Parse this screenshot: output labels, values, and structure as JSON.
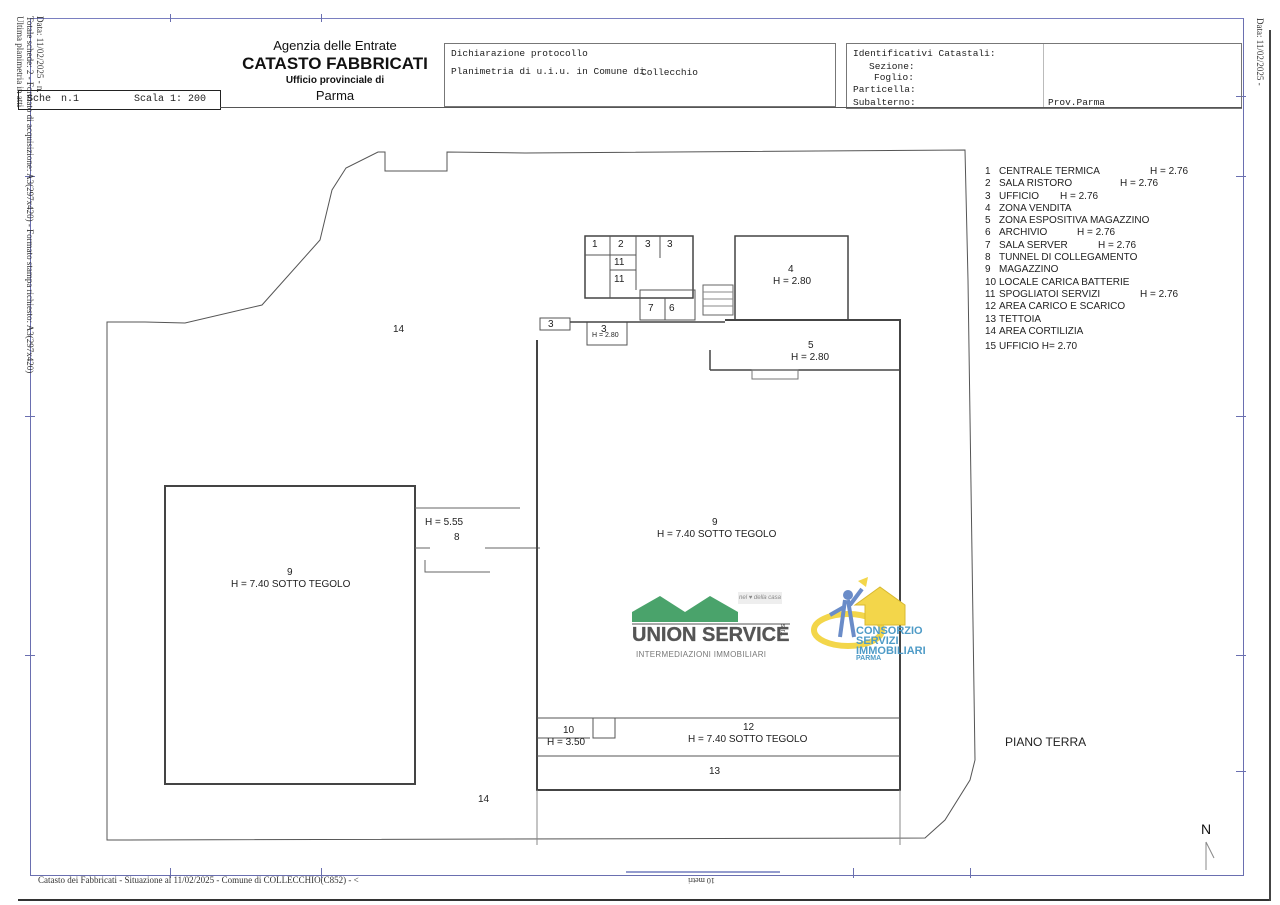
{
  "header": {
    "agency_name": "Agenzia delle Entrate",
    "title": "CATASTO FABBRICATI",
    "office_label": "Ufficio provinciale di",
    "office_city": "Parma",
    "sheet_label": "Sche",
    "sheet_number": "n.1",
    "scale": "Scala 1: 200"
  },
  "protocol": {
    "label": "Dichiarazione protocollo",
    "plan_label": "Planimetria di u.i.u. in Comune di",
    "city": "Collecchio"
  },
  "identifiers": {
    "title": "Identificativi Catastali:",
    "sezione": "Sezione:",
    "foglio": "Foglio:",
    "particella": "Particella:",
    "subalterno": "Subalterno:",
    "province": "Prov.Parma"
  },
  "side_texts": {
    "left_1": "Data: 11/02/2025 - n.",
    "left_2": "Totale schede: 2 - Formato di acquisizione: A3(297x420) - Formato stampa richiesto: A3(297x420)",
    "left_3": "Ultima planimetria in atti",
    "right_1": "Data: 11/02/2025 -"
  },
  "plan": {
    "rooms": [
      {
        "id": "1",
        "label": "1"
      },
      {
        "id": "2",
        "label": "2"
      },
      {
        "id": "3a",
        "label": "3"
      },
      {
        "id": "3b",
        "label": "3"
      },
      {
        "id": "11a",
        "label": "11"
      },
      {
        "id": "11b",
        "label": "11"
      },
      {
        "id": "7",
        "label": "7"
      },
      {
        "id": "6",
        "label": "6"
      },
      {
        "id": "3c",
        "label": "3"
      },
      {
        "id": "3d",
        "label": "3",
        "height": "H = 2.80"
      },
      {
        "id": "4",
        "label": "4",
        "height": "H = 2.80"
      },
      {
        "id": "5",
        "label": "5",
        "height": "H = 2.80"
      },
      {
        "id": "14a",
        "label": "14"
      },
      {
        "id": "14b",
        "label": "14"
      },
      {
        "id": "8",
        "label": "8",
        "height": "H = 5.55"
      },
      {
        "id": "9a",
        "label": "9",
        "height": "H = 7.40 SOTTO TEGOLO"
      },
      {
        "id": "9b",
        "label": "9",
        "height": "H = 7.40 SOTTO TEGOLO"
      },
      {
        "id": "10",
        "label": "10",
        "height": "H = 3.50"
      },
      {
        "id": "12",
        "label": "12",
        "height": "H = 7.40 SOTTO TEGOLO"
      },
      {
        "id": "13",
        "label": "13"
      }
    ],
    "floor_label": "PIANO TERRA",
    "north_label": "N"
  },
  "legend": [
    {
      "num": "1",
      "name": "CENTRALE TERMICA",
      "height": "H = 2.76"
    },
    {
      "num": "2",
      "name": "SALA RISTORO",
      "height": "H = 2.76"
    },
    {
      "num": "3",
      "name": "UFFICIO",
      "height": "H = 2.76"
    },
    {
      "num": "4",
      "name": "ZONA VENDITA",
      "height": ""
    },
    {
      "num": "5",
      "name": "ZONA ESPOSITIVA MAGAZZINO",
      "height": ""
    },
    {
      "num": "6",
      "name": "ARCHIVIO",
      "height": "H = 2.76"
    },
    {
      "num": "7",
      "name": "SALA SERVER",
      "height": "H = 2.76"
    },
    {
      "num": "8",
      "name": "TUNNEL DI COLLEGAMENTO",
      "height": ""
    },
    {
      "num": "9",
      "name": "MAGAZZINO",
      "height": ""
    },
    {
      "num": "10",
      "name": "LOCALE CARICA BATTERIE",
      "height": ""
    },
    {
      "num": "11",
      "name": "SPOGLIATOI SERVIZI",
      "height": "H = 2.76"
    },
    {
      "num": "12",
      "name": "AREA CARICO E SCARICO",
      "height": ""
    },
    {
      "num": "13",
      "name": "TETTOIA",
      "height": ""
    },
    {
      "num": "14",
      "name": "AREA CORTILIZIA",
      "height": ""
    },
    {
      "num": "15",
      "name": "UFFICIO H= 2.70",
      "height": ""
    }
  ],
  "logos": {
    "union_name": "UNION SERVICE",
    "union_srl": "s.r.l.",
    "union_sub": "INTERMEDIAZIONI IMMOBILIARI",
    "union_tag": "nel ♥ della casa",
    "consorzio_lines": [
      "CONSORZIO",
      "SERVIZI",
      "IMMOBILIARI"
    ],
    "consorzio_city": "PARMA",
    "colors": {
      "union_green": "#4aa36b",
      "union_gray": "#555555",
      "consorzio_blue": "#4e9bc7",
      "consorzio_yellow": "#f3d64a"
    }
  },
  "footer": {
    "text": "Catasto dei Fabbricati - Situazione al 11/02/2025 - Comune di COLLECCHIO(C852) - <",
    "scalebar_label": "10 metri"
  }
}
